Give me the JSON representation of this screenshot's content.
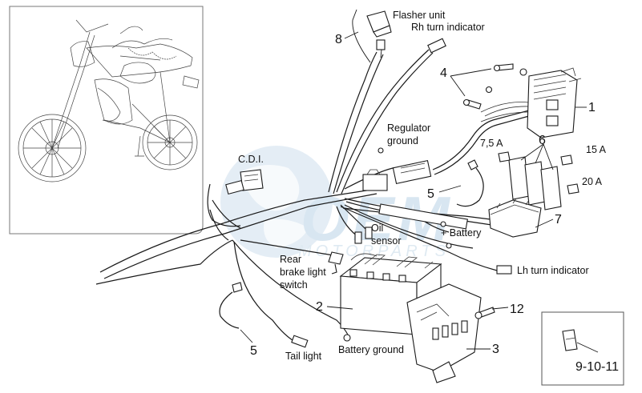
{
  "labels": {
    "flasher_unit": "Flasher unit",
    "rh_turn_indicator": "Rh turn indicator",
    "regulator_ground_1": "Regulator",
    "regulator_ground_2": "ground",
    "cdi": "C.D.I.",
    "oil_sensor_1": "Oil",
    "oil_sensor_2": "sensor",
    "battery_plus": "+ Battery",
    "rear_brake_1": "Rear",
    "rear_brake_2": "brake light",
    "rear_brake_3": "switch",
    "lh_turn_indicator": "Lh turn indicator",
    "tail_light": "Tail light",
    "battery_ground": "Battery ground",
    "fuse_75": "7,5 A",
    "fuse_15": "15 A",
    "fuse_20": "20 A"
  },
  "callouts": {
    "n1": "1",
    "n2": "2",
    "n3": "3",
    "n4": "4",
    "n5a": "5",
    "n5b": "5",
    "n6": "6",
    "n7": "7",
    "n8": "8",
    "n12": "12",
    "n9_10_11": "9-10-11"
  },
  "watermark": {
    "logo_text": "OEM",
    "sub_text": "MOTORPARTS"
  },
  "colors": {
    "line": "#1a1a1a",
    "watermark_blue": "#b9d3e6"
  }
}
